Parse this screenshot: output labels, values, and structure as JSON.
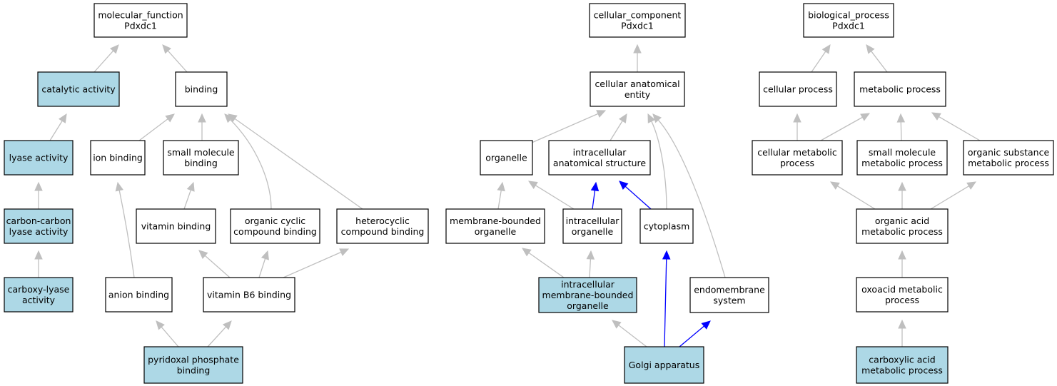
{
  "colors": {
    "default_fill": "#ffffff",
    "highlight_fill": "#add8e6",
    "edge_gray": "#bfbfbf",
    "edge_blue": "#0000ff",
    "border": "#000000"
  },
  "nodes": [
    {
      "id": "mf",
      "lines": [
        "molecular_function",
        "Pdxdc1"
      ],
      "highlight": false
    },
    {
      "id": "catalytic",
      "lines": [
        "catalytic activity"
      ],
      "highlight": true
    },
    {
      "id": "binding",
      "lines": [
        "binding"
      ],
      "highlight": false
    },
    {
      "id": "lyase",
      "lines": [
        "lyase activity"
      ],
      "highlight": true
    },
    {
      "id": "ccl",
      "lines": [
        "carbon-carbon",
        "lyase activity"
      ],
      "highlight": true
    },
    {
      "id": "carboxy",
      "lines": [
        "carboxy-lyase",
        "activity"
      ],
      "highlight": true
    },
    {
      "id": "ion",
      "lines": [
        "ion binding"
      ],
      "highlight": false
    },
    {
      "id": "smb",
      "lines": [
        "small molecule",
        "binding"
      ],
      "highlight": false
    },
    {
      "id": "vitb",
      "lines": [
        "vitamin binding"
      ],
      "highlight": false
    },
    {
      "id": "occb",
      "lines": [
        "organic cyclic",
        "compound binding"
      ],
      "highlight": false
    },
    {
      "id": "hcb",
      "lines": [
        "heterocyclic",
        "compound binding"
      ],
      "highlight": false
    },
    {
      "id": "anion",
      "lines": [
        "anion binding"
      ],
      "highlight": false
    },
    {
      "id": "vb6",
      "lines": [
        "vitamin B6 binding"
      ],
      "highlight": false
    },
    {
      "id": "plp",
      "lines": [
        "pyridoxal phosphate",
        "binding"
      ],
      "highlight": true
    },
    {
      "id": "cc",
      "lines": [
        "cellular_component",
        "Pdxdc1"
      ],
      "highlight": false
    },
    {
      "id": "cae",
      "lines": [
        "cellular anatomical",
        "entity"
      ],
      "highlight": false
    },
    {
      "id": "organelle",
      "lines": [
        "organelle"
      ],
      "highlight": false
    },
    {
      "id": "ias",
      "lines": [
        "intracellular",
        "anatomical structure"
      ],
      "highlight": false
    },
    {
      "id": "mbo",
      "lines": [
        "membrane-bounded",
        "organelle"
      ],
      "highlight": false
    },
    {
      "id": "io",
      "lines": [
        "intracellular",
        "organelle"
      ],
      "highlight": false
    },
    {
      "id": "cyto",
      "lines": [
        "cytoplasm"
      ],
      "highlight": false
    },
    {
      "id": "imbo",
      "lines": [
        "intracellular",
        "membrane-bounded",
        "organelle"
      ],
      "highlight": true
    },
    {
      "id": "endo",
      "lines": [
        "endomembrane",
        "system"
      ],
      "highlight": false
    },
    {
      "id": "golgi",
      "lines": [
        "Golgi apparatus"
      ],
      "highlight": true
    },
    {
      "id": "bp",
      "lines": [
        "biological_process",
        "Pdxdc1"
      ],
      "highlight": false
    },
    {
      "id": "cellproc",
      "lines": [
        "cellular process"
      ],
      "highlight": false
    },
    {
      "id": "metproc",
      "lines": [
        "metabolic process"
      ],
      "highlight": false
    },
    {
      "id": "cmp",
      "lines": [
        "cellular metabolic",
        "process"
      ],
      "highlight": false
    },
    {
      "id": "smmp",
      "lines": [
        "small molecule",
        "metabolic process"
      ],
      "highlight": false
    },
    {
      "id": "osmp",
      "lines": [
        "organic substance",
        "metabolic process"
      ],
      "highlight": false
    },
    {
      "id": "oamp",
      "lines": [
        "organic acid",
        "metabolic process"
      ],
      "highlight": false
    },
    {
      "id": "oxmp",
      "lines": [
        "oxoacid metabolic",
        "process"
      ],
      "highlight": false
    },
    {
      "id": "camp",
      "lines": [
        "carboxylic acid",
        "metabolic process"
      ],
      "highlight": true
    }
  ],
  "edges": [
    {
      "from": "catalytic",
      "to": "mf",
      "color": "gray"
    },
    {
      "from": "binding",
      "to": "mf",
      "color": "gray"
    },
    {
      "from": "lyase",
      "to": "catalytic",
      "color": "gray"
    },
    {
      "from": "ccl",
      "to": "lyase",
      "color": "gray"
    },
    {
      "from": "carboxy",
      "to": "ccl",
      "color": "gray"
    },
    {
      "from": "ion",
      "to": "binding",
      "color": "gray"
    },
    {
      "from": "smb",
      "to": "binding",
      "color": "gray"
    },
    {
      "from": "occb",
      "to": "binding",
      "color": "gray"
    },
    {
      "from": "hcb",
      "to": "binding",
      "color": "gray"
    },
    {
      "from": "vitb",
      "to": "smb",
      "color": "gray"
    },
    {
      "from": "anion",
      "to": "ion",
      "color": "gray"
    },
    {
      "from": "vb6",
      "to": "vitb",
      "color": "gray"
    },
    {
      "from": "vb6",
      "to": "occb",
      "color": "gray"
    },
    {
      "from": "vb6",
      "to": "hcb",
      "color": "gray"
    },
    {
      "from": "plp",
      "to": "anion",
      "color": "gray"
    },
    {
      "from": "plp",
      "to": "vb6",
      "color": "gray"
    },
    {
      "from": "cae",
      "to": "cc",
      "color": "gray"
    },
    {
      "from": "organelle",
      "to": "cae",
      "color": "gray"
    },
    {
      "from": "ias",
      "to": "cae",
      "color": "gray"
    },
    {
      "from": "cyto",
      "to": "cae",
      "color": "gray"
    },
    {
      "from": "endo",
      "to": "cae",
      "color": "gray"
    },
    {
      "from": "mbo",
      "to": "organelle",
      "color": "gray"
    },
    {
      "from": "io",
      "to": "organelle",
      "color": "gray"
    },
    {
      "from": "io",
      "to": "ias",
      "color": "blue"
    },
    {
      "from": "cyto",
      "to": "ias",
      "color": "blue"
    },
    {
      "from": "imbo",
      "to": "mbo",
      "color": "gray"
    },
    {
      "from": "imbo",
      "to": "io",
      "color": "gray"
    },
    {
      "from": "golgi",
      "to": "imbo",
      "color": "gray"
    },
    {
      "from": "golgi",
      "to": "cyto",
      "color": "blue"
    },
    {
      "from": "golgi",
      "to": "endo",
      "color": "blue"
    },
    {
      "from": "cellproc",
      "to": "bp",
      "color": "gray"
    },
    {
      "from": "metproc",
      "to": "bp",
      "color": "gray"
    },
    {
      "from": "cmp",
      "to": "cellproc",
      "color": "gray"
    },
    {
      "from": "cmp",
      "to": "metproc",
      "color": "gray"
    },
    {
      "from": "smmp",
      "to": "metproc",
      "color": "gray"
    },
    {
      "from": "osmp",
      "to": "metproc",
      "color": "gray"
    },
    {
      "from": "oamp",
      "to": "cmp",
      "color": "gray"
    },
    {
      "from": "oamp",
      "to": "smmp",
      "color": "gray"
    },
    {
      "from": "oamp",
      "to": "osmp",
      "color": "gray"
    },
    {
      "from": "oxmp",
      "to": "oamp",
      "color": "gray"
    },
    {
      "from": "camp",
      "to": "oxmp",
      "color": "gray"
    }
  ]
}
